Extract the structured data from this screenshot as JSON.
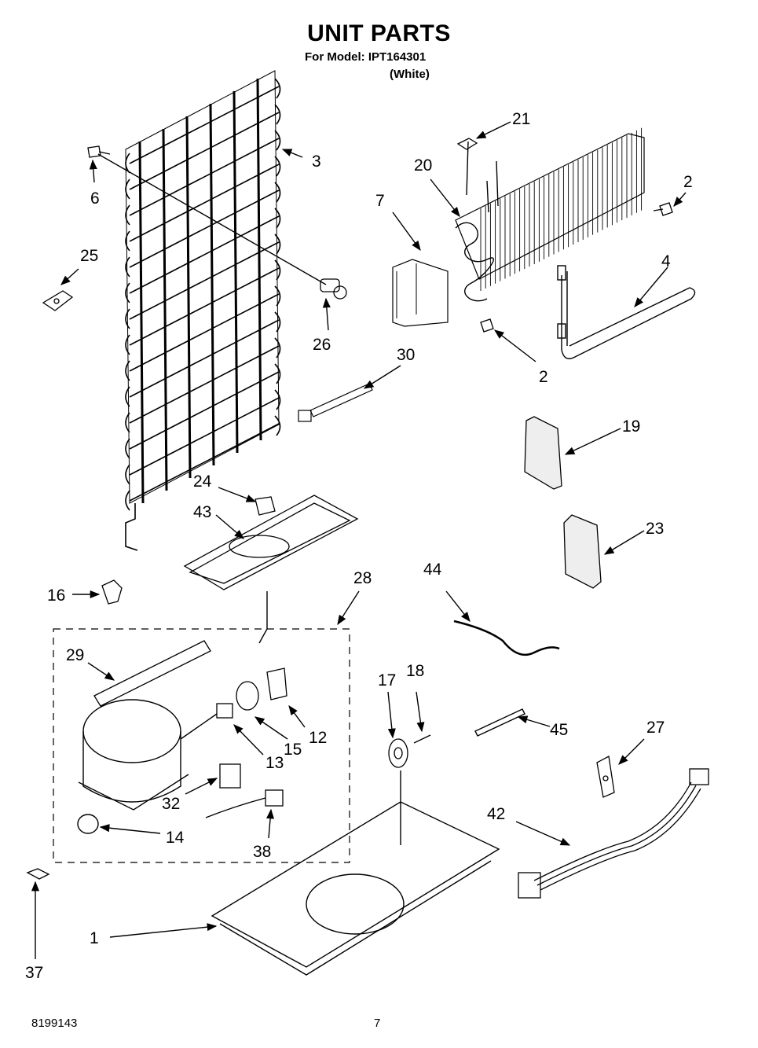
{
  "header": {
    "title": "UNIT PARTS",
    "model_line": "For Model: IPT164301",
    "color_line": "(White)"
  },
  "footer": {
    "doc_number": "8199143",
    "page_number": "7"
  },
  "callouts": [
    {
      "id": "c1",
      "label": "1"
    },
    {
      "id": "c2a",
      "label": "2"
    },
    {
      "id": "c2b",
      "label": "2"
    },
    {
      "id": "c3",
      "label": "3"
    },
    {
      "id": "c4",
      "label": "4"
    },
    {
      "id": "c6",
      "label": "6"
    },
    {
      "id": "c7",
      "label": "7"
    },
    {
      "id": "c12",
      "label": "12"
    },
    {
      "id": "c13",
      "label": "13"
    },
    {
      "id": "c14",
      "label": "14"
    },
    {
      "id": "c15",
      "label": "15"
    },
    {
      "id": "c16",
      "label": "16"
    },
    {
      "id": "c17",
      "label": "17"
    },
    {
      "id": "c18",
      "label": "18"
    },
    {
      "id": "c19",
      "label": "19"
    },
    {
      "id": "c20",
      "label": "20"
    },
    {
      "id": "c21",
      "label": "21"
    },
    {
      "id": "c23",
      "label": "23"
    },
    {
      "id": "c24",
      "label": "24"
    },
    {
      "id": "c25",
      "label": "25"
    },
    {
      "id": "c26",
      "label": "26"
    },
    {
      "id": "c27",
      "label": "27"
    },
    {
      "id": "c28",
      "label": "28"
    },
    {
      "id": "c29",
      "label": "29"
    },
    {
      "id": "c30",
      "label": "30"
    },
    {
      "id": "c32",
      "label": "32"
    },
    {
      "id": "c37",
      "label": "37"
    },
    {
      "id": "c38",
      "label": "38"
    },
    {
      "id": "c42",
      "label": "42"
    },
    {
      "id": "c43",
      "label": "43"
    },
    {
      "id": "c44",
      "label": "44"
    },
    {
      "id": "c45",
      "label": "45"
    }
  ]
}
